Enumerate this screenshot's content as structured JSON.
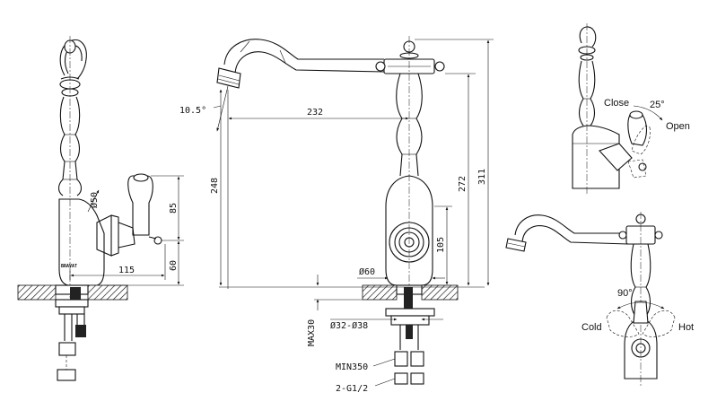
{
  "dimensions": {
    "angle_spout": "10.5°",
    "reach": "232",
    "spout_height": "248",
    "handle_height": "272",
    "total_height": "311",
    "body_height": "105",
    "base_dia": "Ø60",
    "body_dia": "Ø50",
    "handle_offset": "85",
    "handle_base": "60",
    "side_reach": "115",
    "deck_thickness": "MAX30",
    "hole_dia": "Ø32-Ø38",
    "hose_length": "MIN350",
    "connection": "2-G1/2"
  },
  "labels": {
    "close": "Close",
    "open": "Open",
    "rotate_angle": "25°",
    "swivel_angle": "90°",
    "cold": "Cold",
    "hot": "Hot",
    "brand": "BRAVAT"
  }
}
